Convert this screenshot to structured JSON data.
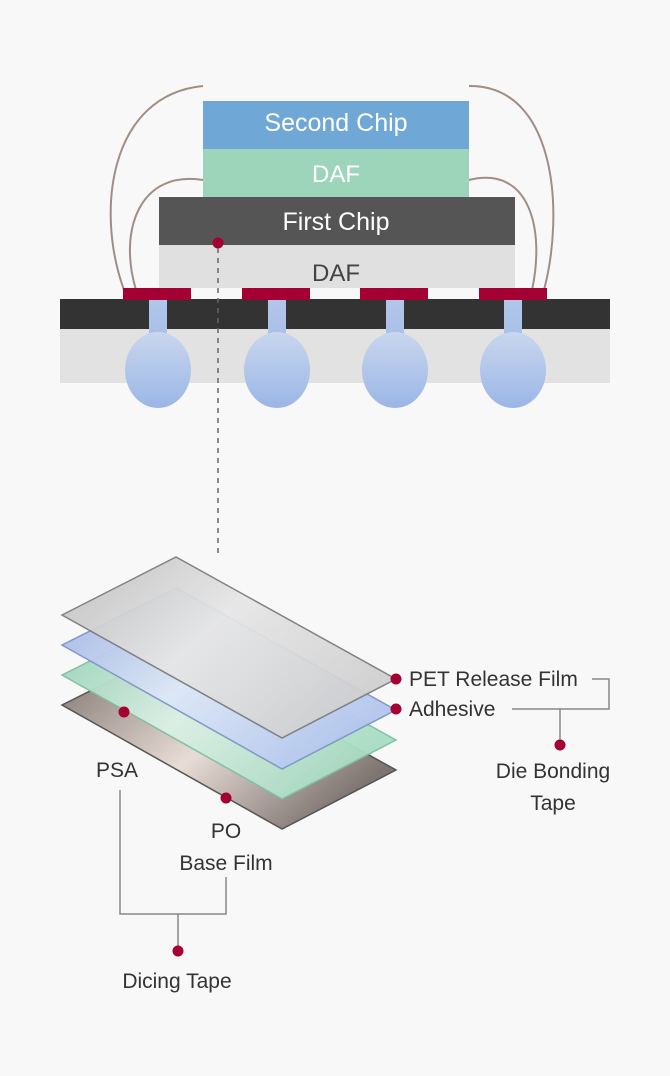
{
  "package": {
    "second_chip": "Second Chip",
    "daf_top": "DAF",
    "first_chip": "First Chip",
    "daf_bottom": "DAF"
  },
  "layers": {
    "pet_release_film": "PET Release Film",
    "adhesive": "Adhesive",
    "psa": "PSA",
    "po_line1": "PO",
    "po_line2": "Base Film"
  },
  "groups": {
    "die_bonding_line1": "Die Bonding",
    "die_bonding_line2": "Tape",
    "dicing_tape": "Dicing Tape"
  },
  "colors": {
    "second_chip": "#6fa8d6",
    "daf_green": "#9dd5bb",
    "first_chip": "#555555",
    "daf_grey": "#e0e0e0",
    "pad": "#a50034",
    "marker": "#a50034",
    "wire": "#a08e84",
    "substrate_top": "#333333",
    "substrate_body": "#e2e2e2",
    "solder_ball": "#9fb9e6"
  }
}
